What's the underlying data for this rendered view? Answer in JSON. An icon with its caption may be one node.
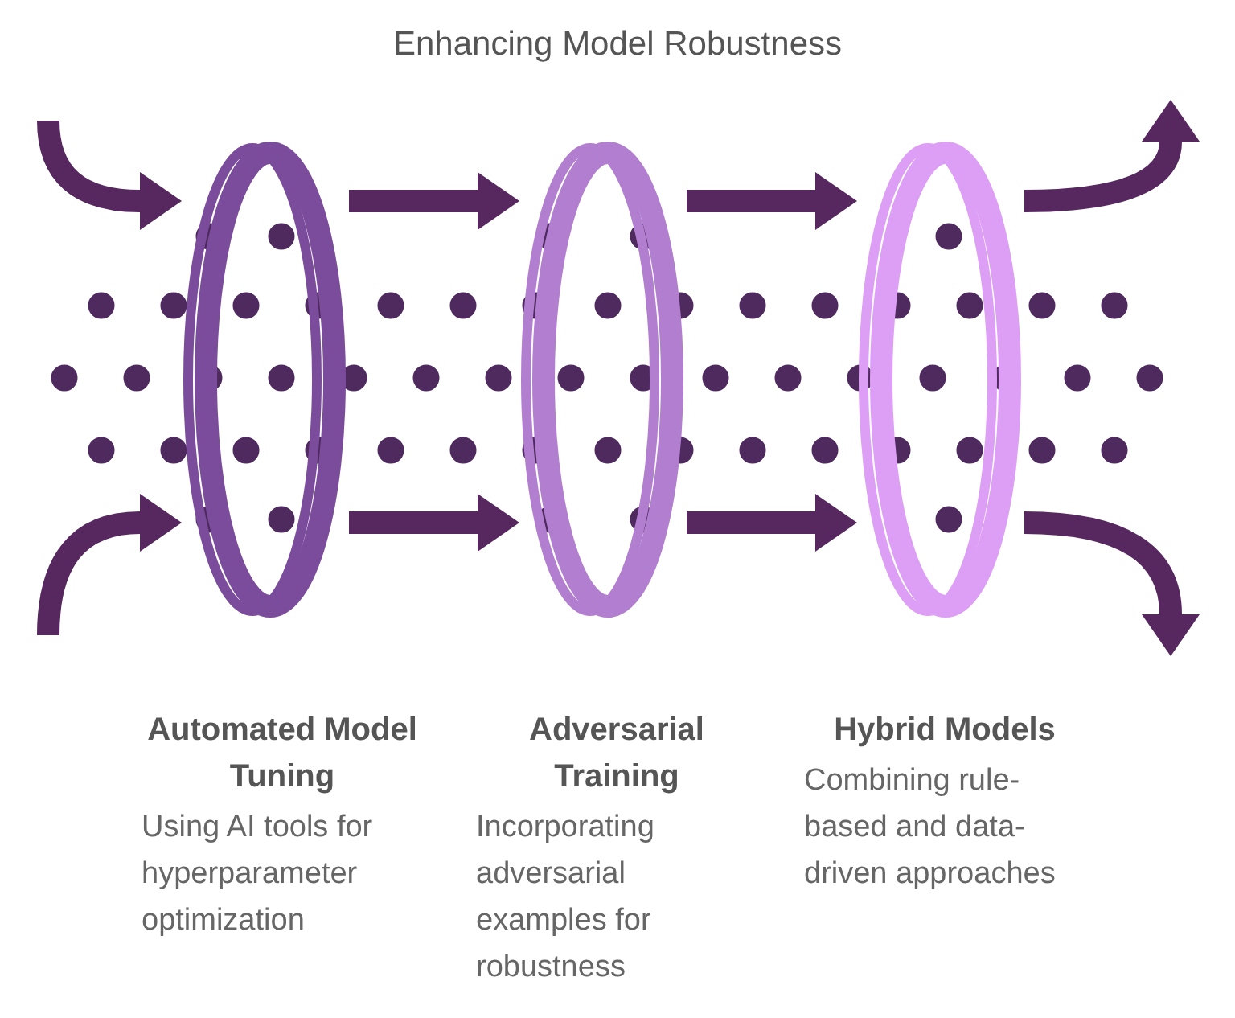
{
  "diagram": {
    "title": "Enhancing Model Robustness",
    "nodes": [
      {
        "text": [],
        "shape": "ring",
        "beside": [
          "Automated Model Tuning",
          "Using AI tools for hyperparameter optimization"
        ]
      },
      {
        "text": [],
        "shape": "ring",
        "beside": [
          "Adversarial Training",
          "Incorporating adversarial examples for robustness"
        ]
      },
      {
        "text": [],
        "shape": "ring",
        "beside": [
          "Hybrid Models",
          "Combining rule-based and data-driven approaches"
        ]
      }
    ],
    "edges": [
      {
        "from": null,
        "to": 0,
        "arrow": "to"
      },
      {
        "from": null,
        "to": 0,
        "arrow": "to"
      },
      {
        "from": 0,
        "to": 1,
        "arrow": "to"
      },
      {
        "from": 0,
        "to": 1,
        "arrow": "to"
      },
      {
        "from": 1,
        "to": 2,
        "arrow": "to"
      },
      {
        "from": 1,
        "to": 2,
        "arrow": "to"
      },
      {
        "from": 2,
        "to": null,
        "arrow": "to"
      },
      {
        "from": 2,
        "to": null,
        "arrow": "to"
      }
    ]
  }
}
